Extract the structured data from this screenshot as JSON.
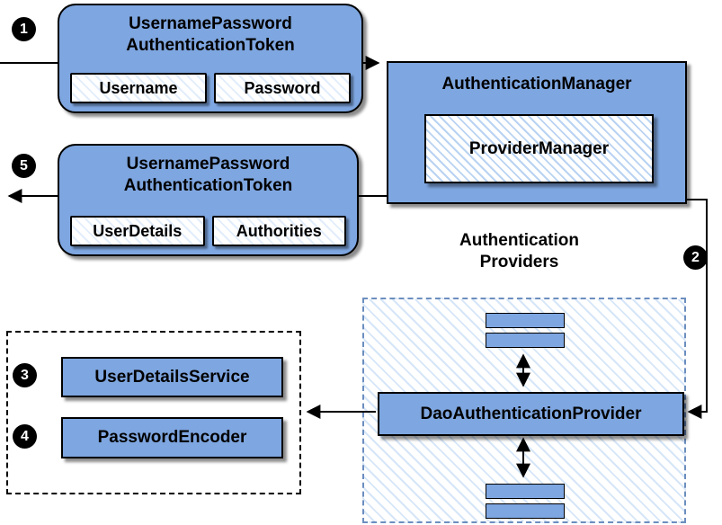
{
  "colors": {
    "box_blue": "#7EA6E0",
    "hatch_blue": "#B9D3F2",
    "providers_dashed_border": "#6C8EBF",
    "border": "#000000",
    "badge_bg": "#000000",
    "badge_text": "#FFFFFF"
  },
  "request_token": {
    "title_line1": "UsernamePassword",
    "title_line2": "AuthenticationToken",
    "fields": [
      "Username",
      "Password"
    ]
  },
  "response_token": {
    "title_line1": "UsernamePassword",
    "title_line2": "AuthenticationToken",
    "fields": [
      "UserDetails",
      "Authorities"
    ]
  },
  "authentication_manager": {
    "title": "AuthenticationManager",
    "inner_title": "ProviderManager"
  },
  "providers": {
    "label_line1": "Authentication",
    "label_line2": "Providers",
    "dao_label": "DaoAuthenticationProvider"
  },
  "services": {
    "user_details_service": "UserDetailsService",
    "password_encoder": "PasswordEncoder"
  },
  "badges": {
    "step1": "1",
    "step2": "2",
    "step3": "3",
    "step4": "4",
    "step5": "5"
  }
}
